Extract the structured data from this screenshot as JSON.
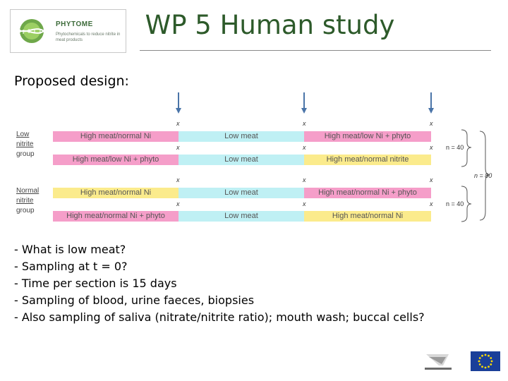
{
  "header": {
    "logo_text": "PHYTOME",
    "logo_subtitle": "Phytochemicals to reduce nitrite in meat products",
    "title": "WP 5 Human study"
  },
  "subheading": "Proposed design:",
  "diagram": {
    "groups": [
      {
        "lines": [
          "Low",
          "nitrite",
          "group"
        ]
      },
      {
        "lines": [
          "Normal",
          "nitrite",
          "group"
        ]
      }
    ],
    "sampling_mark": "x",
    "rows": [
      {
        "segments": [
          {
            "label": "High meat/normal Ni",
            "color": "pink"
          },
          {
            "label": "Low  meat",
            "color": "cyan"
          },
          {
            "label": "High meat/low Ni + phyto",
            "color": "pink"
          }
        ]
      },
      {
        "segments": [
          {
            "label": "High meat/low Ni + phyto",
            "color": "pink"
          },
          {
            "label": "Low  meat",
            "color": "cyan"
          },
          {
            "label": "High meat/normal nitrite",
            "color": "yellow"
          }
        ]
      },
      {
        "segments": [
          {
            "label": "High meat/normal Ni",
            "color": "yellow"
          },
          {
            "label": "Low  meat",
            "color": "cyan"
          },
          {
            "label": "High meat/normal Ni + phyto",
            "color": "pink"
          }
        ]
      },
      {
        "segments": [
          {
            "label": "High meat/normal Ni + phyto",
            "color": "pink"
          },
          {
            "label": "Low  meat",
            "color": "cyan"
          },
          {
            "label": "High meat/normal Ni",
            "color": "yellow"
          }
        ]
      }
    ],
    "group_n": [
      "n = 40",
      "n = 40"
    ],
    "total_n": "n = 80",
    "colors": {
      "pink": "#f59ec9",
      "cyan": "#bff0f4",
      "yellow": "#fbeb8c",
      "arrow": "#4a74a8"
    }
  },
  "bullets": [
    "- What is low meat?",
    "- Sampling at t = 0?",
    "- Time per section is 15 days",
    "- Sampling of blood, urine faeces, biopsies",
    "- Also sampling of saliva (nitrate/nitrite ratio); mouth wash; buccal cells?"
  ],
  "footer": {
    "fp7_icon": "fp7-logo-icon",
    "eu_icon": "eu-flag-icon"
  }
}
